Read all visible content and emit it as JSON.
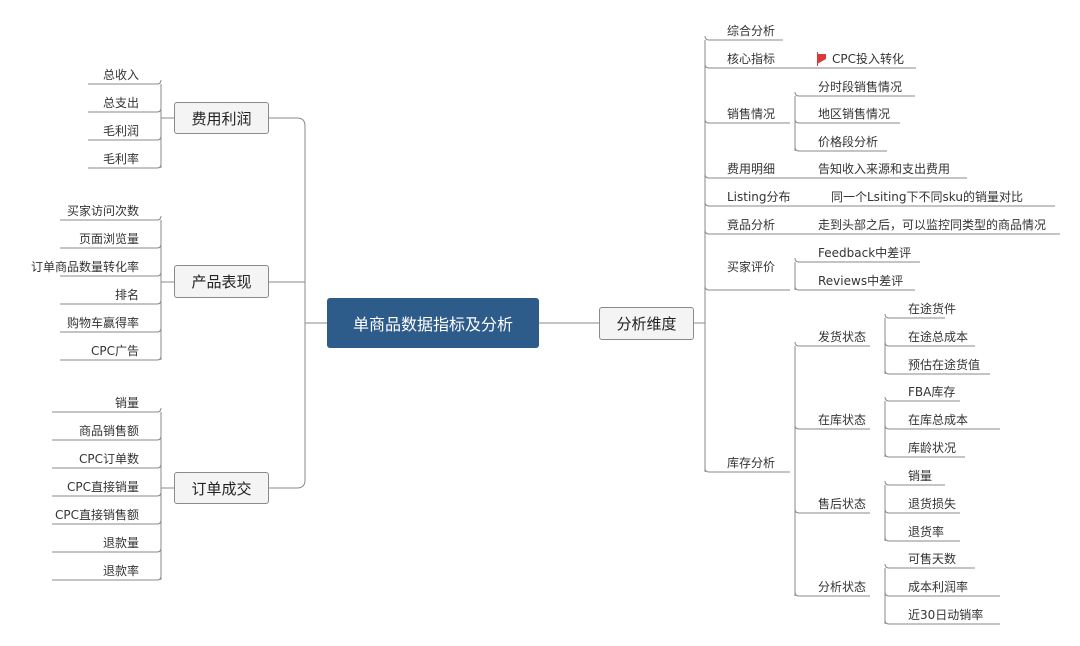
{
  "central": "单商品数据指标及分析",
  "left": [
    {
      "label": "费用利润",
      "items": [
        "总收入",
        "总支出",
        "毛利润",
        "毛利率"
      ]
    },
    {
      "label": "产品表现",
      "items": [
        "买家访问次数",
        "页面浏览量",
        "订单商品数量转化率",
        "排名",
        "购物车赢得率",
        "CPC广告"
      ]
    },
    {
      "label": "订单成交",
      "items": [
        "销量",
        "商品销售额",
        "CPC订单数",
        "CPC直接销量",
        "CPC直接销售额",
        "退款量",
        "退款率"
      ]
    }
  ],
  "right": {
    "label": "分析维度",
    "items": [
      {
        "label": "综合分析"
      },
      {
        "label": "核心指标",
        "flag_icon": "red-flag-icon",
        "children": [
          "CPC投入转化"
        ]
      },
      {
        "label": "销售情况",
        "children": [
          "分时段销售情况",
          "地区销售情况",
          "价格段分析"
        ]
      },
      {
        "label": "费用明细",
        "children": [
          "告知收入来源和支出费用"
        ]
      },
      {
        "label": "Listing分布",
        "children": [
          "同一个Lsiting下不同sku的销量对比"
        ]
      },
      {
        "label": "竟品分析",
        "children": [
          "走到头部之后，可以监控同类型的商品情况"
        ]
      },
      {
        "label": "买家评价",
        "children": [
          "Feedback中差评",
          "Reviews中差评"
        ]
      },
      {
        "label": "库存分析",
        "groups": [
          {
            "label": "发货状态",
            "children": [
              "在途货件",
              "在途总成本",
              "预估在途货值"
            ]
          },
          {
            "label": "在库状态",
            "children": [
              "FBA库存",
              "在库总成本",
              "库龄状况"
            ]
          },
          {
            "label": "售后状态",
            "children": [
              "销量",
              "退货损失",
              "退货率"
            ]
          },
          {
            "label": "分析状态",
            "children": [
              "可售天数",
              "成本利润率",
              "近30日动销率"
            ]
          }
        ]
      }
    ]
  },
  "colors": {
    "central_bg": "#2d5b8a",
    "line": "#8a8a8a",
    "flag": "#d83a3a"
  }
}
